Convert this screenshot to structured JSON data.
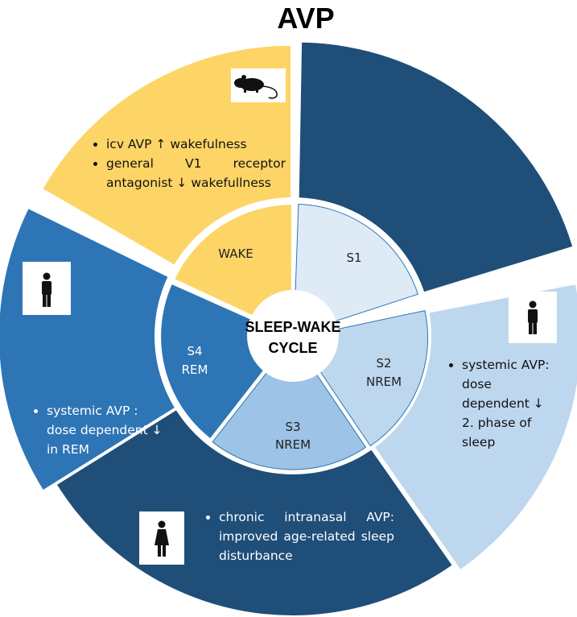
{
  "title": "AVP",
  "center": {
    "line1": "SLEEP-WAKE",
    "line2": "CYCLE"
  },
  "segments": {
    "wake": {
      "label": "WAKE"
    },
    "s1": {
      "label": "S1"
    },
    "s2": {
      "line1": "S2",
      "line2": "NREM"
    },
    "s3": {
      "line1": "S3",
      "line2": "NREM"
    },
    "s4": {
      "line1": "S4",
      "line2": "REM"
    }
  },
  "notes": {
    "wake": {
      "icon": "rat-icon",
      "items": [
        "icv AVP ↑ wakefulness",
        "general V1 receptor antagonist ↓ wakefullness"
      ]
    },
    "s2": {
      "icon": "human-icon",
      "items": [
        "systemic AVP: dose dependent ↓ 2. phase of sleep"
      ]
    },
    "s3": {
      "icon": "woman-icon",
      "items": [
        "chronic intranasal AVP: improved age-related sleep disturbance"
      ]
    },
    "s4": {
      "icon": "human-icon",
      "items": [
        "systemic AVP : dose dependent ↓ in REM"
      ]
    }
  },
  "colors": {
    "wake": "#fdd567",
    "dark": "#1f4e79",
    "mid": "#2e75b6",
    "light": "#bdd7ee",
    "s1": "#deebf7",
    "s3": "#9dc3e6"
  }
}
